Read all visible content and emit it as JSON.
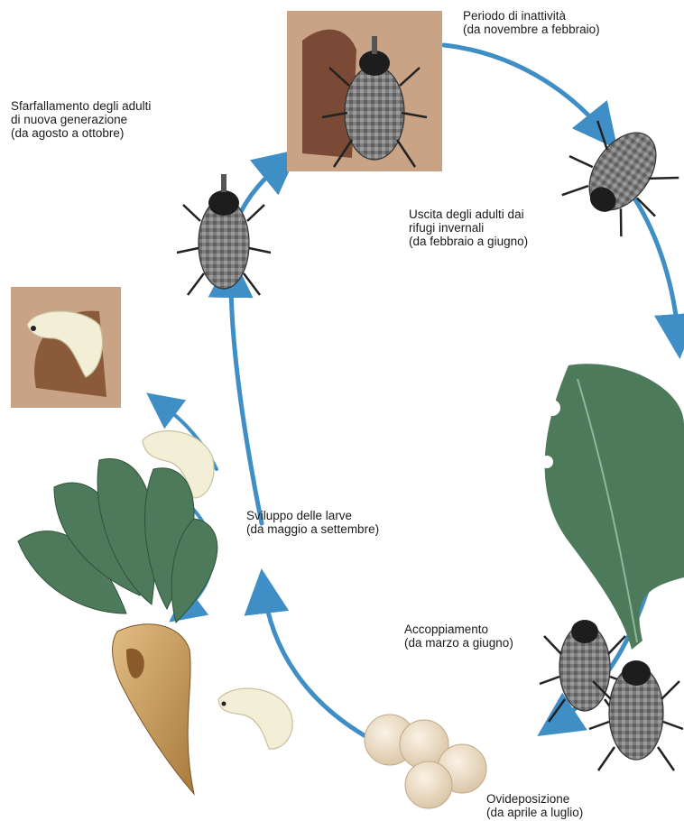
{
  "stages": {
    "inactivity": {
      "line1": "Periodo di inattività",
      "line2": "(da novembre a febbraio)"
    },
    "emergence": {
      "line1": "Uscita degli adulti dai",
      "line2": "rifugi invernali",
      "line3": "(da febbraio a giugno)"
    },
    "mating": {
      "line1": "Accoppiamento",
      "line2": "(da marzo a giugno)"
    },
    "oviposition": {
      "line1": "Ovideposizione",
      "line2": "(da aprile a luglio)"
    },
    "larvae": {
      "line1": "Sviluppo delle larve",
      "line2": "(da maggio a settembre)"
    },
    "new_adults": {
      "line1": "Sfarfallamento degli adulti",
      "line2": "di nuova generazione",
      "line3": "(da agosto a ottobre)"
    }
  },
  "colors": {
    "cycle_arrow": "#3f8fc6",
    "burrow_bg": "#c9a386",
    "leaf": "#4e7a5c",
    "beet_root": "#c89a5a",
    "larva": "#f3efd6",
    "egg": "#eedfc6"
  }
}
